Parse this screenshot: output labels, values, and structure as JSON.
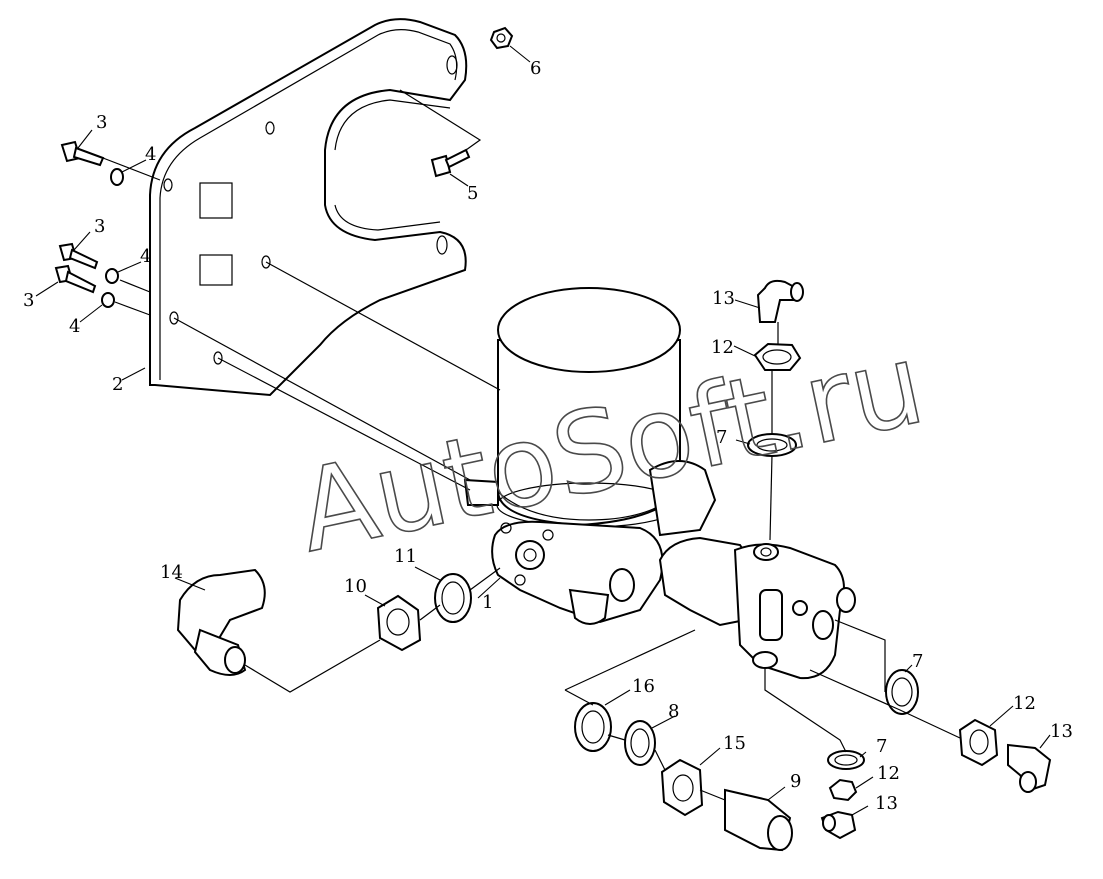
{
  "watermark": "AutoSoft.ru",
  "callouts": {
    "c1": "1",
    "c2": "2",
    "c3a": "3",
    "c3b": "3",
    "c3c": "3",
    "c4a": "4",
    "c4b": "4",
    "c4c": "4",
    "c5": "5",
    "c6": "6",
    "c7a": "7",
    "c7b": "7",
    "c7c": "7",
    "c8": "8",
    "c9": "9",
    "c10": "10",
    "c11": "11",
    "c12a": "12",
    "c12b": "12",
    "c12c": "12",
    "c13a": "13",
    "c13b": "13",
    "c13c": "13",
    "c14": "14",
    "c15": "15",
    "c16": "16"
  }
}
